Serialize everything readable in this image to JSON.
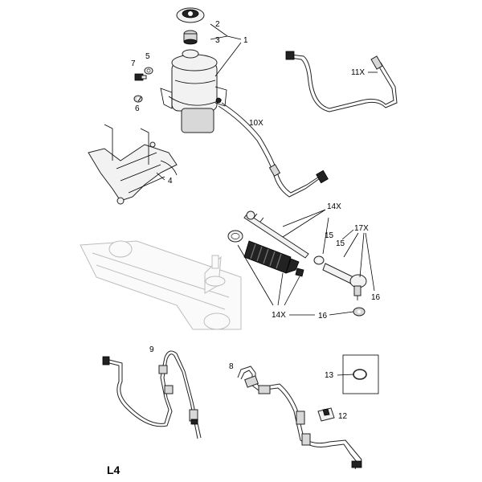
{
  "diagram": {
    "sheet_label": "L4",
    "callouts": {
      "c1": "1",
      "c2": "2",
      "c3": "3",
      "c4": "4",
      "c5": "5",
      "c6": "6",
      "c7": "7",
      "c8": "8",
      "c9": "9",
      "c10x": "10X",
      "c11x": "11X",
      "c12": "12",
      "c13": "13",
      "c14x_top": "14X",
      "c14x_bottom": "14X",
      "c15a": "15",
      "c15b": "15",
      "c16a": "16",
      "c16b": "16",
      "c17x": "17X"
    }
  }
}
